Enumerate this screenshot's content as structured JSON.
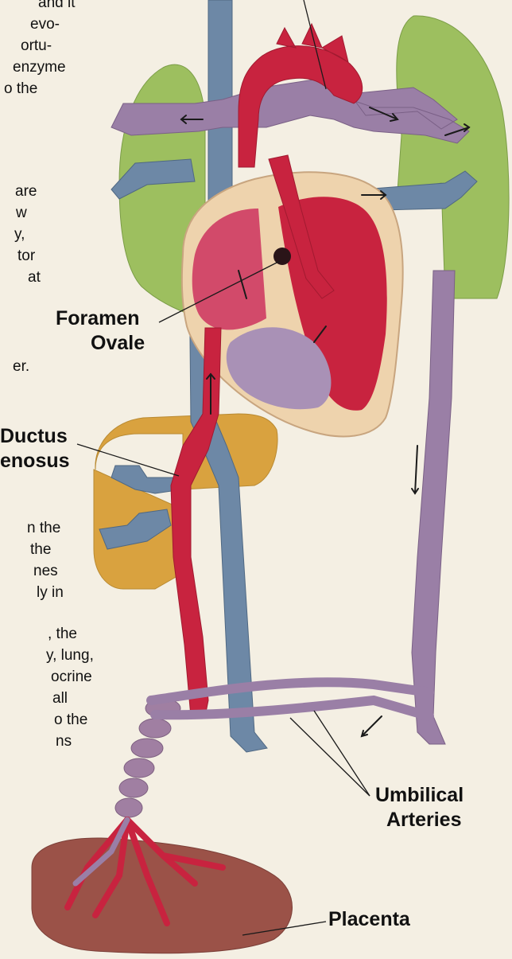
{
  "colors": {
    "background": "#f4efe3",
    "oxygenated_red": "#c8233f",
    "deoxygenated_blue": "#6d88a6",
    "mixed_purple": "#9a7fa6",
    "lung_green": "#9dbf5f",
    "liver_orange": "#d9a23f",
    "heart_wall": "#eed3ad",
    "placenta_brown": "#9b5248"
  },
  "text_fragments": {
    "col_top": [
      "and it",
      "evo-",
      "ortu-",
      "enzyme",
      "o the"
    ],
    "col_mid": [
      "are",
      "w",
      "y,",
      "tor",
      "at"
    ],
    "col_mid_end": "er.",
    "col_low": [
      "n the",
      "the",
      "nes",
      "ly in"
    ],
    "col_bottom": [
      ", the",
      "y, lung,",
      "ocrine",
      "all",
      "o the",
      "ns"
    ]
  },
  "labels": {
    "foramen_ovale": [
      "Foramen",
      "Ovale"
    ],
    "ductus_venosus": [
      "Ductus",
      "enosus"
    ],
    "umbilical_arteries": [
      "Umbilical",
      "Arteries"
    ],
    "placenta": "Placenta"
  },
  "icons": [
    "flow-arrow-icon"
  ]
}
